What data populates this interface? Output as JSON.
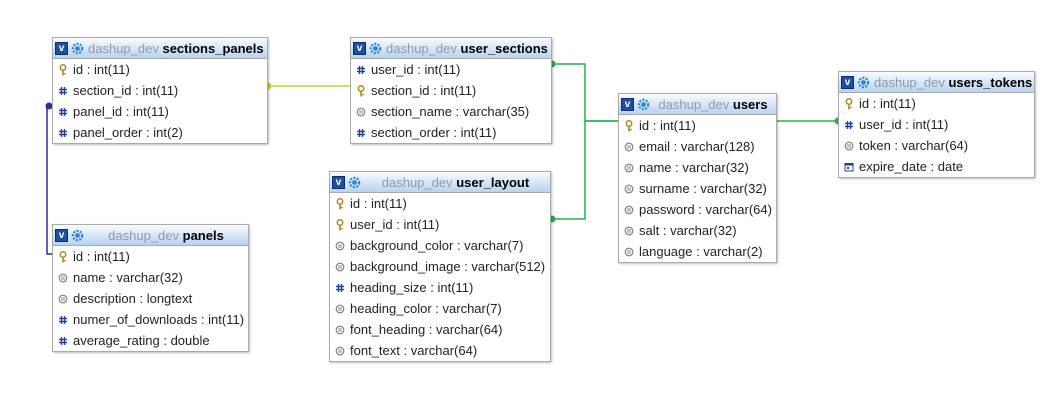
{
  "database": "dashup_dev",
  "colors": {
    "header_bg": "#b7d3ef",
    "link_yellow": "#d4cc2a",
    "link_green": "#22b24c",
    "link_blue": "#2a2e9a"
  },
  "tables": [
    {
      "id": "sections_panels",
      "name": "sections_panels",
      "columns": [
        {
          "text": "id : int(11)",
          "icon": "key-icon"
        },
        {
          "text": "section_id : int(11)",
          "icon": "hash-icon"
        },
        {
          "text": "panel_id : int(11)",
          "icon": "hash-icon"
        },
        {
          "text": "panel_order : int(2)",
          "icon": "hash-icon"
        }
      ]
    },
    {
      "id": "user_sections",
      "name": "user_sections",
      "columns": [
        {
          "text": "user_id : int(11)",
          "icon": "hash-icon"
        },
        {
          "text": "section_id : int(11)",
          "icon": "key-icon"
        },
        {
          "text": "section_name : varchar(35)",
          "icon": "text-icon"
        },
        {
          "text": "section_order : int(11)",
          "icon": "hash-icon"
        }
      ]
    },
    {
      "id": "panels",
      "name": "panels",
      "columns": [
        {
          "text": "id : int(11)",
          "icon": "key-icon"
        },
        {
          "text": "name : varchar(32)",
          "icon": "text-icon"
        },
        {
          "text": "description : longtext",
          "icon": "text-icon"
        },
        {
          "text": "numer_of_downloads : int(11)",
          "icon": "hash-icon"
        },
        {
          "text": "average_rating : double",
          "icon": "hash-icon"
        }
      ]
    },
    {
      "id": "user_layout",
      "name": "user_layout",
      "columns": [
        {
          "text": "id : int(11)",
          "icon": "key-icon"
        },
        {
          "text": "user_id : int(11)",
          "icon": "key-icon"
        },
        {
          "text": "background_color : varchar(7)",
          "icon": "text-icon"
        },
        {
          "text": "background_image : varchar(512)",
          "icon": "text-icon"
        },
        {
          "text": "heading_size : int(11)",
          "icon": "hash-icon"
        },
        {
          "text": "heading_color : varchar(7)",
          "icon": "text-icon"
        },
        {
          "text": "font_heading : varchar(64)",
          "icon": "text-icon"
        },
        {
          "text": "font_text : varchar(64)",
          "icon": "text-icon"
        }
      ]
    },
    {
      "id": "users",
      "name": "users",
      "columns": [
        {
          "text": "id : int(11)",
          "icon": "key-icon"
        },
        {
          "text": "email : varchar(128)",
          "icon": "text-icon"
        },
        {
          "text": "name : varchar(32)",
          "icon": "text-icon"
        },
        {
          "text": "surname : varchar(32)",
          "icon": "text-icon"
        },
        {
          "text": "password : varchar(64)",
          "icon": "text-icon"
        },
        {
          "text": "salt : varchar(32)",
          "icon": "text-icon"
        },
        {
          "text": "language : varchar(2)",
          "icon": "text-icon"
        }
      ]
    },
    {
      "id": "users_tokens",
      "name": "users_tokens",
      "columns": [
        {
          "text": "id : int(11)",
          "icon": "key-icon"
        },
        {
          "text": "user_id : int(11)",
          "icon": "hash-icon"
        },
        {
          "text": "token : varchar(64)",
          "icon": "text-icon"
        },
        {
          "text": "expire_date : date",
          "icon": "date-icon"
        }
      ]
    }
  ],
  "relations": [
    {
      "from": "sections_panels.section_id",
      "to": "user_sections.section_id",
      "color": "link_yellow"
    },
    {
      "from": "sections_panels.panel_id",
      "to": "panels.id",
      "color": "link_blue"
    },
    {
      "from": "user_sections.user_id",
      "to": "users.id",
      "color": "link_green"
    },
    {
      "from": "user_layout.user_id",
      "to": "users.id",
      "color": "link_green"
    },
    {
      "from": "users_tokens.user_id",
      "to": "users.id",
      "color": "link_green"
    }
  ]
}
